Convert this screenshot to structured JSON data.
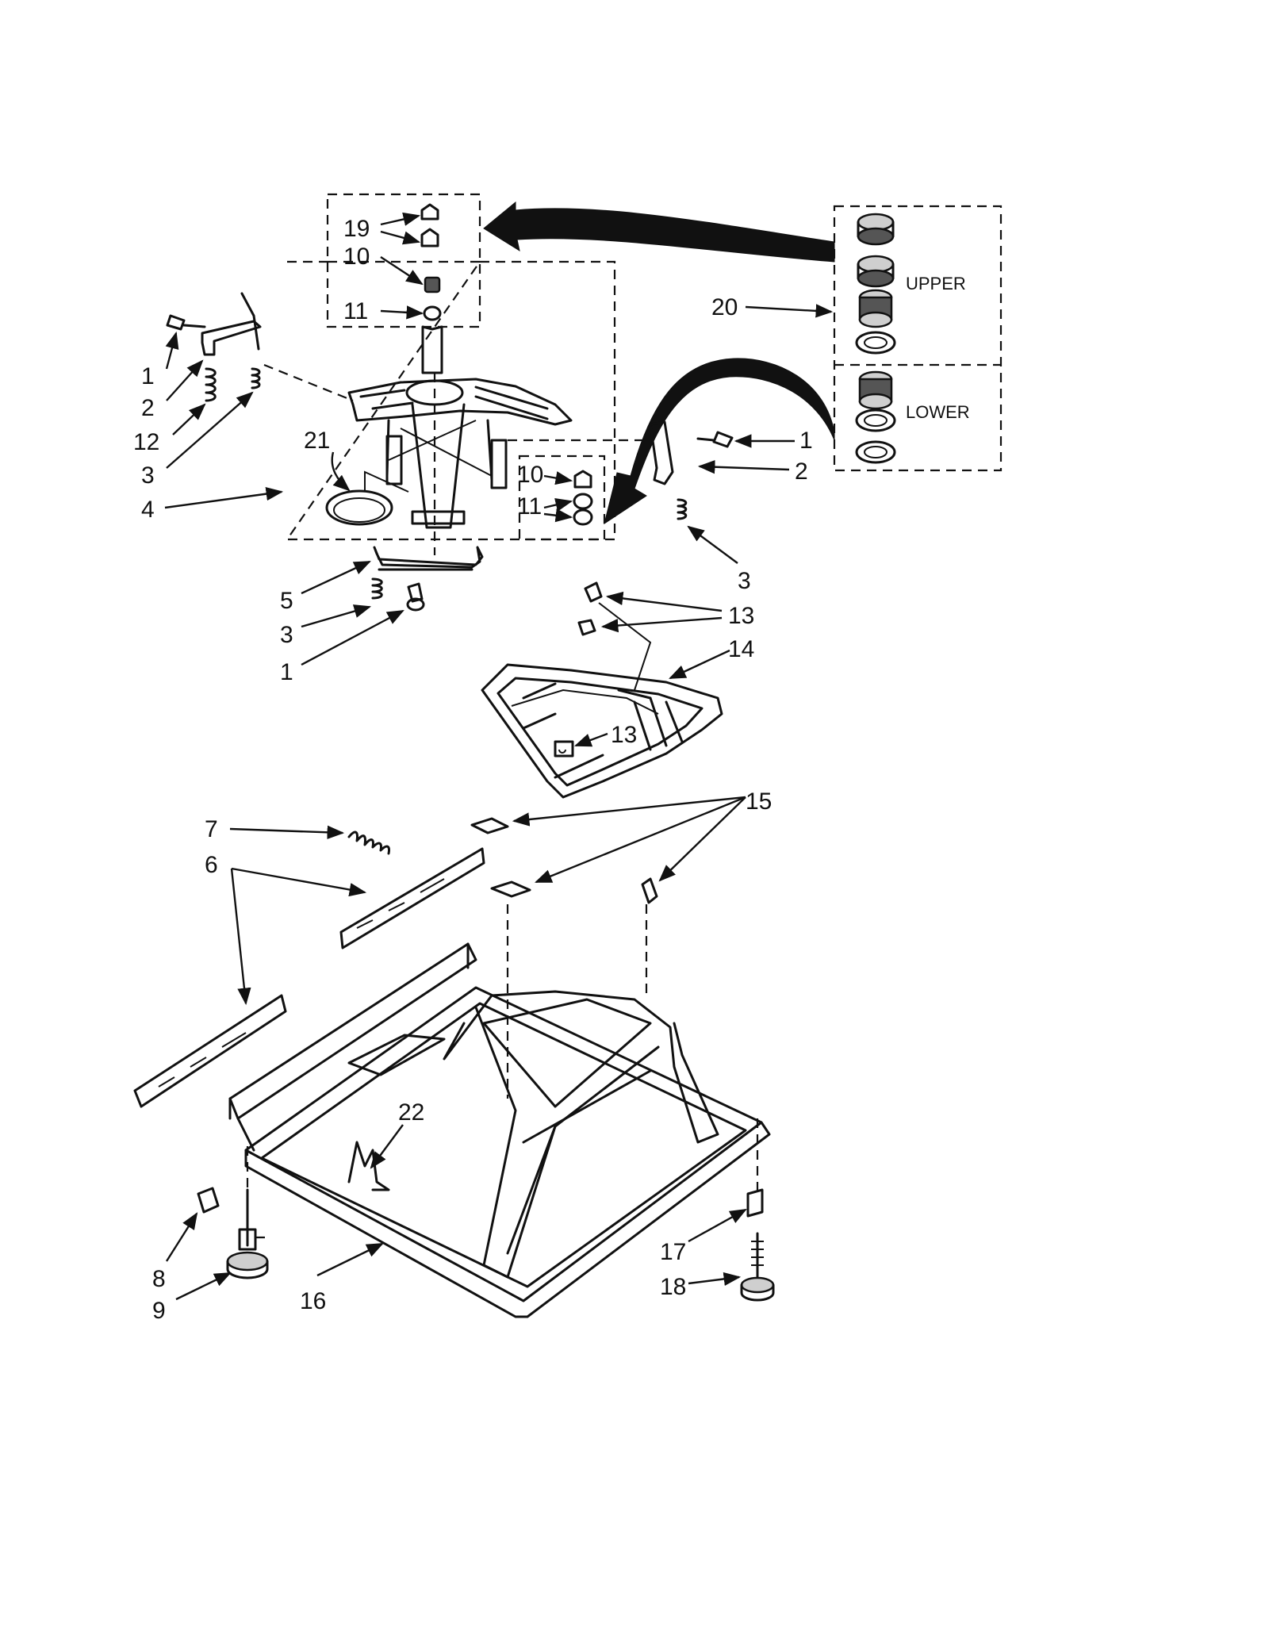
{
  "diagram": {
    "callouts": {
      "c1a": "1",
      "c2a": "2",
      "c12": "12",
      "c3a": "3",
      "c4": "4",
      "c19": "19",
      "c10a": "10",
      "c11a": "11",
      "c21": "21",
      "c10b": "10",
      "c11b": "11",
      "c20": "20",
      "upper": "UPPER",
      "lower": "LOWER",
      "c1b": "1",
      "c2b": "2",
      "c3b": "3",
      "c5": "5",
      "c3c": "3",
      "c1c": "1",
      "c13a": "13",
      "c14": "14",
      "c13b": "13",
      "c7": "7",
      "c6": "6",
      "c15": "15",
      "c22": "22",
      "c8": "8",
      "c9": "9",
      "c16": "16",
      "c17": "17",
      "c18": "18"
    }
  }
}
